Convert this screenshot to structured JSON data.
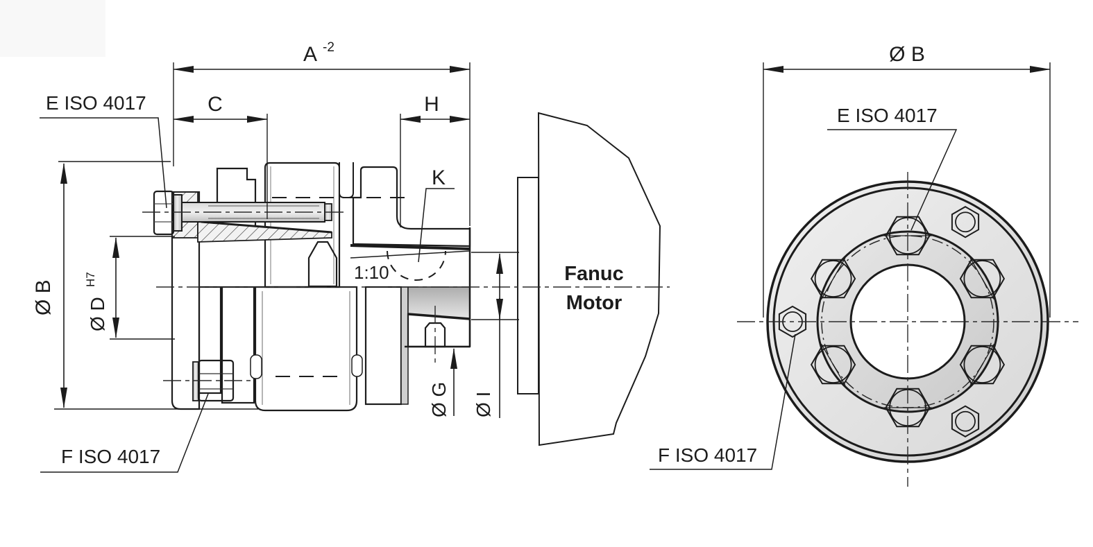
{
  "labels": {
    "e_iso": "E ISO 4017",
    "f_iso": "F ISO 4017",
    "motor_line1": "Fanuc",
    "motor_line2": "Motor",
    "taper_ratio": "1:10"
  },
  "dimensions": {
    "a": "A",
    "a_superscript": "-2",
    "c": "C",
    "h": "H",
    "k": "K",
    "b_left": "Ø B",
    "d": "Ø D",
    "d_superscript": "H7",
    "g": "Ø G",
    "i": "Ø I",
    "b_right": "Ø B"
  },
  "colors": {
    "line": "#1c1c1c",
    "dark_band": "#474747",
    "background": "#ffffff",
    "corner_panel": "#f8f8f8"
  },
  "right_view": {
    "e_bolt_angles_deg": [
      30,
      90,
      150,
      210,
      270,
      330
    ],
    "f_bolt_angles_deg": [
      60,
      180,
      300
    ]
  }
}
